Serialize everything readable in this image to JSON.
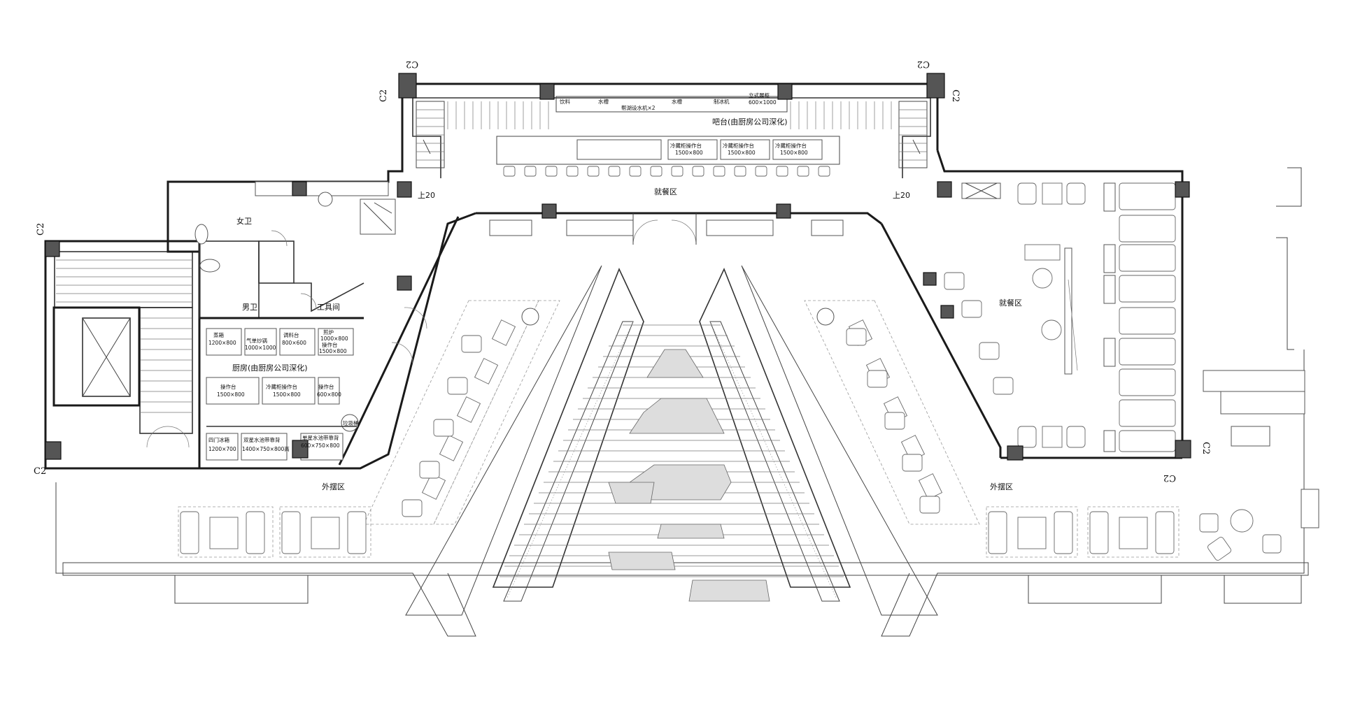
{
  "grid_tags": [
    "C2",
    "C2",
    "C2",
    "C2",
    "C2",
    "C2",
    "C2",
    "C2"
  ],
  "rooms": {
    "bar": "吧台(由厨房公司深化)",
    "dining_top": "就餐区",
    "dining_right": "就餐区",
    "womens_wc": "女卫",
    "mens_wc": "男卫",
    "utility": "工具间",
    "kitchen": "厨房(由厨房公司深化)",
    "outdoor_left": "外摆区",
    "outdoor_right": "外摆区"
  },
  "stairs": {
    "left": "上20",
    "right": "上20"
  },
  "bar_fixtures": {
    "drink": "饮料",
    "sink1": "水槽",
    "ice_cup": "帮湖设水机×2",
    "sink2": "水槽",
    "ice": "制冰机",
    "cabinet": "立式展柜",
    "cabinet_size": "600×1000",
    "fridge_label": "冷藏柜操作台",
    "fridge_size": "1500×800"
  },
  "kitchen_fixtures": {
    "steamer": "蒸箱",
    "steamer_size": "1200×800",
    "wok": "气单炒锅",
    "wok_size": "1000×1000",
    "season": "调料台",
    "season_size": "800×600",
    "stove": "煎炉",
    "stove_size": "1000×800",
    "prep_top": "操作台",
    "prep_top_size": "1500×800",
    "prep1": "操作台",
    "prep1_size": "1500×800",
    "fridge_prep": "冷藏柜操作台",
    "fridge_prep_size": "1500×800",
    "prep2": "操作台",
    "prep2_size": "600×800",
    "freezer": "四门冰箱",
    "freezer_size": "1200×700",
    "double_sink": "双星水池带靠背",
    "double_sink_size": "1400×750×800高",
    "single_sink": "单星水池带靠背",
    "single_sink_size": "600×750×800",
    "trash": "垃圾桶"
  }
}
